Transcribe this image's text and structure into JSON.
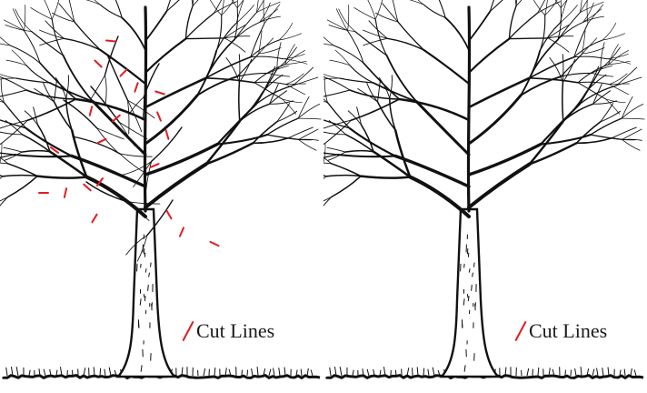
{
  "colors": {
    "ink": "#111111",
    "cut": "#e31b23",
    "background": "#ffffff"
  },
  "panels": [
    {
      "id": "before",
      "show_cuts": true,
      "legend_label": "Cut Lines"
    },
    {
      "id": "after",
      "show_cuts": false,
      "legend_label": "Cut Lines"
    }
  ],
  "icons": {
    "legend_mark": "red-slash-icon"
  }
}
